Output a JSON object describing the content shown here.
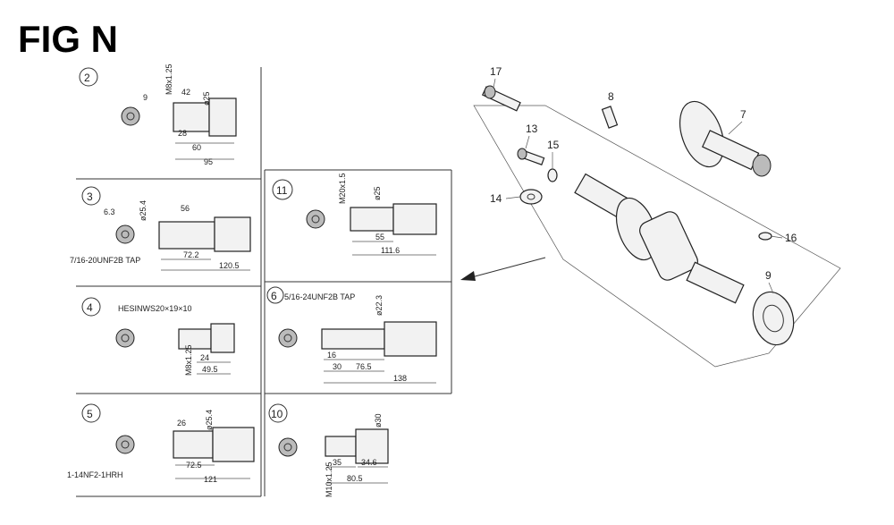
{
  "figure_title": "FIG N",
  "panels": [
    {
      "id": "2",
      "dims": [
        "M8x1.25",
        "9",
        "42",
        "ø25",
        "28",
        "60",
        "95"
      ]
    },
    {
      "id": "3",
      "dims": [
        "6.3",
        "ø25.4",
        "56",
        "72.2",
        "120.5"
      ],
      "thread": "7/16-20UNF2B TAP"
    },
    {
      "id": "4",
      "dims": [
        "M8x1.25",
        "24",
        "49.5"
      ],
      "note": "HESINWS20×19×10"
    },
    {
      "id": "5",
      "dims": [
        "26",
        "ø25.4",
        "72.5",
        "121"
      ],
      "thread": "1-14NF2-1HRH"
    },
    {
      "id": "11",
      "dims": [
        "M20x1.5",
        "ø25",
        "55",
        "111.6"
      ]
    },
    {
      "id": "6",
      "dims": [
        "ø22.3",
        "16",
        "30",
        "76.5",
        "138"
      ],
      "thread": "5/16-24UNF2B TAP"
    },
    {
      "id": "10",
      "dims": [
        "ø30",
        "M10x1.25",
        "35",
        "34.6",
        "80.5"
      ]
    }
  ],
  "callouts": [
    "17",
    "8",
    "13",
    "15",
    "7",
    "14",
    "16",
    "9"
  ]
}
